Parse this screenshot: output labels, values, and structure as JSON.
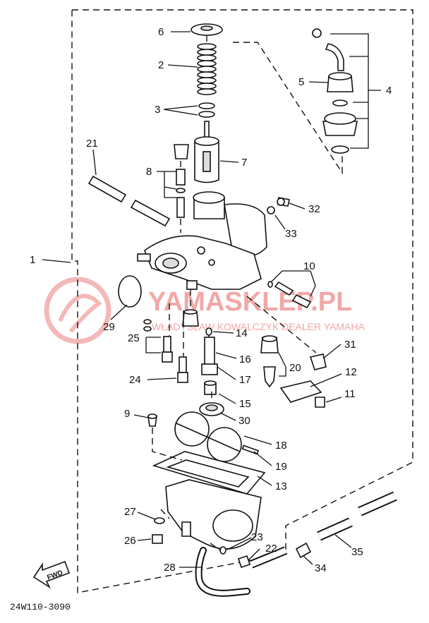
{
  "diagram_code": "24W110-3090",
  "fwd_label": "FWD",
  "watermark": {
    "line1": "YAMASKLEP.PL",
    "line2": "WŁADYSŁAW KOWALCZYK DEALER YAMAHA"
  },
  "callouts": [
    {
      "id": "6",
      "label": "6"
    },
    {
      "id": "2",
      "label": "2"
    },
    {
      "id": "3",
      "label": "3"
    },
    {
      "id": "21",
      "label": "21"
    },
    {
      "id": "8",
      "label": "8"
    },
    {
      "id": "7",
      "label": "7"
    },
    {
      "id": "5",
      "label": "5"
    },
    {
      "id": "4",
      "label": "4"
    },
    {
      "id": "32",
      "label": "32"
    },
    {
      "id": "33",
      "label": "33"
    },
    {
      "id": "1",
      "label": "1"
    },
    {
      "id": "10",
      "label": "10"
    },
    {
      "id": "29",
      "label": "29"
    },
    {
      "id": "14",
      "label": "14"
    },
    {
      "id": "25",
      "label": "25"
    },
    {
      "id": "31",
      "label": "31"
    },
    {
      "id": "16",
      "label": "16"
    },
    {
      "id": "20",
      "label": "20"
    },
    {
      "id": "12",
      "label": "12"
    },
    {
      "id": "24",
      "label": "24"
    },
    {
      "id": "17",
      "label": "17"
    },
    {
      "id": "11",
      "label": "11"
    },
    {
      "id": "15",
      "label": "15"
    },
    {
      "id": "9",
      "label": "9"
    },
    {
      "id": "30",
      "label": "30"
    },
    {
      "id": "18",
      "label": "18"
    },
    {
      "id": "19",
      "label": "19"
    },
    {
      "id": "13",
      "label": "13"
    },
    {
      "id": "27",
      "label": "27"
    },
    {
      "id": "26",
      "label": "26"
    },
    {
      "id": "23",
      "label": "23"
    },
    {
      "id": "22",
      "label": "22"
    },
    {
      "id": "35",
      "label": "35"
    },
    {
      "id": "28",
      "label": "28"
    },
    {
      "id": "34",
      "label": "34"
    }
  ]
}
